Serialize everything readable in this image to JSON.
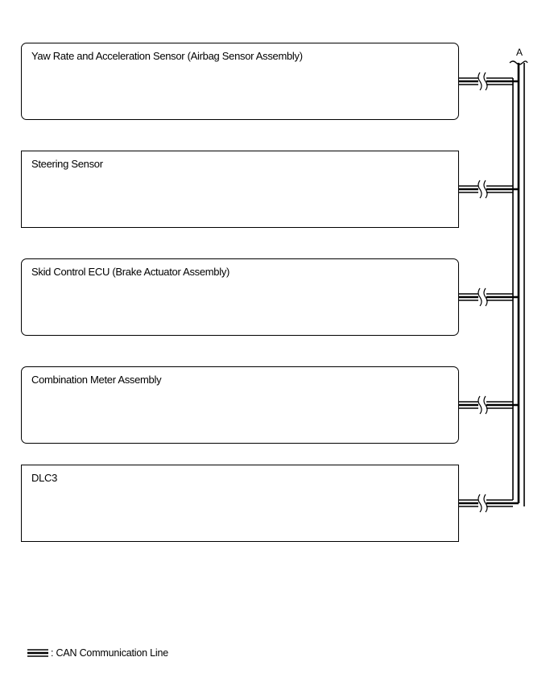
{
  "ecus": [
    {
      "label": "Yaw Rate and Acceleration Sensor (Airbag Sensor Assembly)"
    },
    {
      "label": "Steering Sensor"
    },
    {
      "label": "Skid Control ECU (Brake Actuator Assembly)"
    },
    {
      "label": "Combination Meter Assembly"
    },
    {
      "label": "DLC3"
    }
  ],
  "connector": {
    "label": "A"
  },
  "legend": {
    "text": ": CAN Communication Line"
  },
  "colors": {
    "line": "#000000",
    "background": "#ffffff"
  }
}
